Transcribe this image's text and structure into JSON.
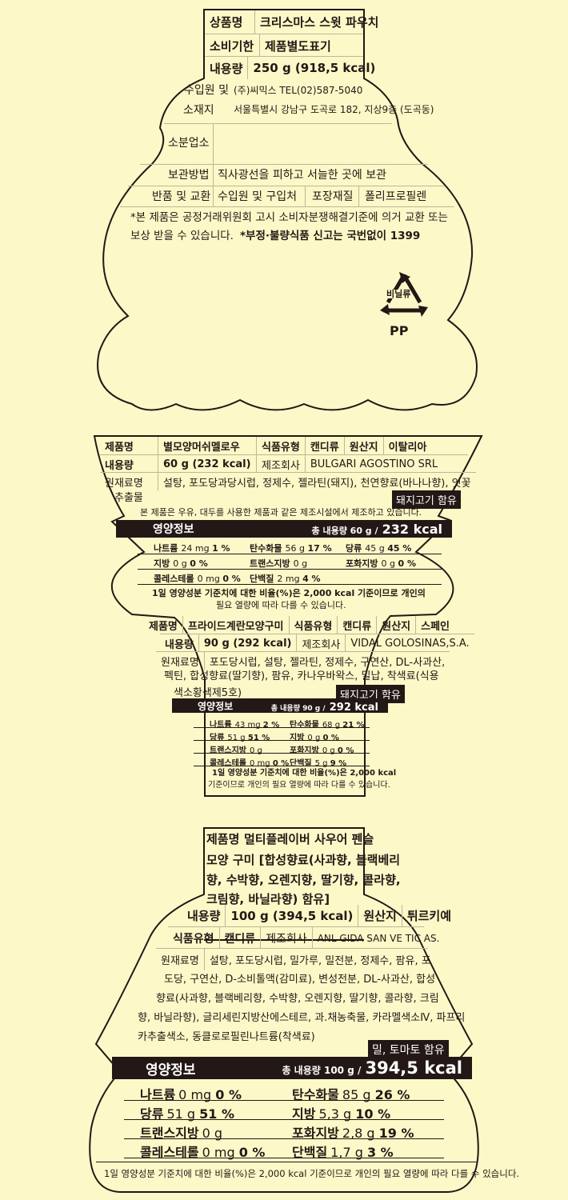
{
  "colors": {
    "background": "#fdf8c8",
    "ink": "#231815"
  },
  "label1": {
    "product_name_label": "상품명",
    "product_name": "크리스마스 스윗 파우치",
    "expiry_label": "소비기한",
    "expiry": "제품별도표기",
    "net_label": "내용량",
    "net": "250 g (918,5 kcal)",
    "importer_label_1": "수입원 및",
    "importer_label_2": "소재지",
    "importer_line1": "(주)씨믹스 TEL(02)587-5040",
    "importer_line2": "서울특별시 강남구 도곡로 182, 지상9층 (도곡동)",
    "subdivider_label": "소분업소",
    "storage_label": "보관방법",
    "storage": "직사광선을 피하고 서늘한 곳에 보관",
    "returns_label": "반품 및 교환",
    "returns": "수입원 및 구입처",
    "packaging_label": "포장재질",
    "packaging": "폴리프로필렌",
    "notice_line1": "*본 제품은 공정거래위원회 고시 소비자분쟁해결기준에 의거 교환 또는",
    "notice_line2a": "보상 받을 수 있습니다.",
    "notice_line2b": "*부정·불량식품 신고는 국번없이 1399",
    "recycle": {
      "icon": "recycle-icon",
      "text": "비닐류",
      "material": "PP"
    }
  },
  "label2a": {
    "product_name_label": "제품명",
    "product_name": "별모양머쉬멜로우",
    "type_label": "식품유형",
    "type": "캔디류",
    "origin_label": "원산지",
    "origin": "이탈리아",
    "net_label": "내용량",
    "net": "60 g (232 kcal)",
    "maker_label": "제조회사",
    "maker": "BULGARI AGOSTINO SRL",
    "ingredients_label": "원재료명",
    "ingredients_1": "설탕, 포도당과당시럽, 정제수, 젤라틴(돼지), 천연향료(바나나향), 잇꽃",
    "ingredients_2": "추출물",
    "allergen": "돼지고기 함유",
    "facility_notice": "본 제품은 우유, 대두를 사용한 제품과 같은 제조시설에서 제조하고 있습니다.",
    "nutrition_title": "영양정보",
    "total_label": "총 내용량 60 g /",
    "total_kcal": "232 kcal",
    "nutrients": [
      {
        "name": "나트륨",
        "amount": "24 mg",
        "pct": "1 %"
      },
      {
        "name": "탄수화물",
        "amount": "56 g",
        "pct": "17 %"
      },
      {
        "name": "당류",
        "amount": "45 g",
        "pct": "45 %"
      },
      {
        "name": "지방",
        "amount": "0 g",
        "pct": "0 %"
      },
      {
        "name": "트랜스지방",
        "amount": "0 g",
        "pct": ""
      },
      {
        "name": "포화지방",
        "amount": "0 g",
        "pct": "0 %"
      },
      {
        "name": "콜레스테롤",
        "amount": "0 mg",
        "pct": "0 %"
      },
      {
        "name": "단백질",
        "amount": "2 mg",
        "pct": "4 %"
      }
    ],
    "footnote_1": "1일 영양성분 기준치에 대한 비율(%)은 2,000 kcal 기준이므로 개인의",
    "footnote_2": "필요 열량에 따라 다를 수 있습니다."
  },
  "label2b": {
    "product_name_label": "제품명",
    "product_name": "프라이드계란모양구미",
    "type_label": "식품유형",
    "type": "캔디류",
    "origin_label": "원산지",
    "origin": "스페인",
    "net_label": "내용량",
    "net": "90 g (292 kcal)",
    "maker_label": "제조회사",
    "maker": "VIDAL GOLOSINAS,S.A.",
    "ingredients_label": "원재료명",
    "ingredients_1": "포도당시럽, 설탕, 젤라틴, 정제수, 구연산, DL-사과산,",
    "ingredients_2": "펙틴, 합성향료(딸기향), 팜유, 카나우바왁스, 밀납, 착색료(식용",
    "ingredients_3": "색소황색제5호)",
    "allergen": "돼지고기 함유",
    "nutrition_title": "영양정보",
    "total_label": "총 내용량 90 g /",
    "total_kcal": "292 kcal",
    "nutrients": [
      {
        "name": "나트륨",
        "amount": "43 mg",
        "pct": "2 %"
      },
      {
        "name": "탄수화물",
        "amount": "68 g",
        "pct": "21 %"
      },
      {
        "name": "당류",
        "amount": "51 g",
        "pct": "51 %"
      },
      {
        "name": "지방",
        "amount": "0 g",
        "pct": "0 %"
      },
      {
        "name": "트랜스지방",
        "amount": "0 g",
        "pct": ""
      },
      {
        "name": "포화지방",
        "amount": "0 g",
        "pct": "0 %"
      },
      {
        "name": "콜레스테롤",
        "amount": "0 mg",
        "pct": "0 %"
      },
      {
        "name": "단백질",
        "amount": "5 g",
        "pct": "9 %"
      }
    ],
    "footnote_1": "1일 영양성분 기준치에 대한 비율(%)은 2,000 kcal",
    "footnote_2": "기준이므로 개인의 필요 열량에 따라 다를 수 있습니다."
  },
  "label3": {
    "product_name_label": "제품명",
    "product_name_1": "멀티플레이버 사우어 펜슬",
    "product_name_2": "모양 구미 [합성향료(사과향, 블랙베리",
    "product_name_3": "향, 수박향, 오렌지향, 딸기향, 콜라향,",
    "product_name_4": "크림향, 바닐라향) 함유]",
    "net_label": "내용량",
    "net": "100 g (394,5 kcal)",
    "origin_label": "원산지",
    "origin": "튀르키예",
    "type_label": "식품유형",
    "type": "캔디류",
    "maker_label": "제조회사",
    "maker": "ANL GIDA SAN VE TIC AS.",
    "ingredients_label": "원재료명",
    "ingredients_1": "설탕, 포도당시럽, 밀가루, 밀전분, 정제수, 팜유, 포",
    "ingredients_2": "도당, 구연산, D-소비톨액(감미료), 변성전분, DL-사과산, 합성",
    "ingredients_3": "향료(사과향, 블랙베리향, 수박향, 오렌지향, 딸기향, 콜라향, 크림",
    "ingredients_4": "향, 바닐라향), 글리세린지방산에스테르, 과.채농축물, 카라멜색소Ⅳ, 파프리",
    "ingredients_5": "카추출색소, 동클로로필린나트륨(착색료)",
    "allergen": "밀, 토마토 함유",
    "nutrition_title": "영양정보",
    "total_label": "총 내용량 100 g /",
    "total_kcal": "394,5 kcal",
    "nutrients": [
      {
        "name": "나트륨",
        "amount": "0 mg",
        "pct": "0 %"
      },
      {
        "name": "탄수화물",
        "amount": "85 g",
        "pct": "26 %"
      },
      {
        "name": "당류",
        "amount": "51 g",
        "pct": "51 %"
      },
      {
        "name": "지방",
        "amount": "5,3 g",
        "pct": "10 %"
      },
      {
        "name": "트랜스지방",
        "amount": "0 g",
        "pct": ""
      },
      {
        "name": "포화지방",
        "amount": "2,8 g",
        "pct": "19 %"
      },
      {
        "name": "콜레스테롤",
        "amount": "0 mg",
        "pct": "0 %"
      },
      {
        "name": "단백질",
        "amount": "1,7 g",
        "pct": "3 %"
      }
    ],
    "footnote": "1일 영양성분 기준치에 대한 비율(%)은 2,000 kcal 기준이므로 개인의 필요 열량에 따라 다를 수 있습니다."
  }
}
